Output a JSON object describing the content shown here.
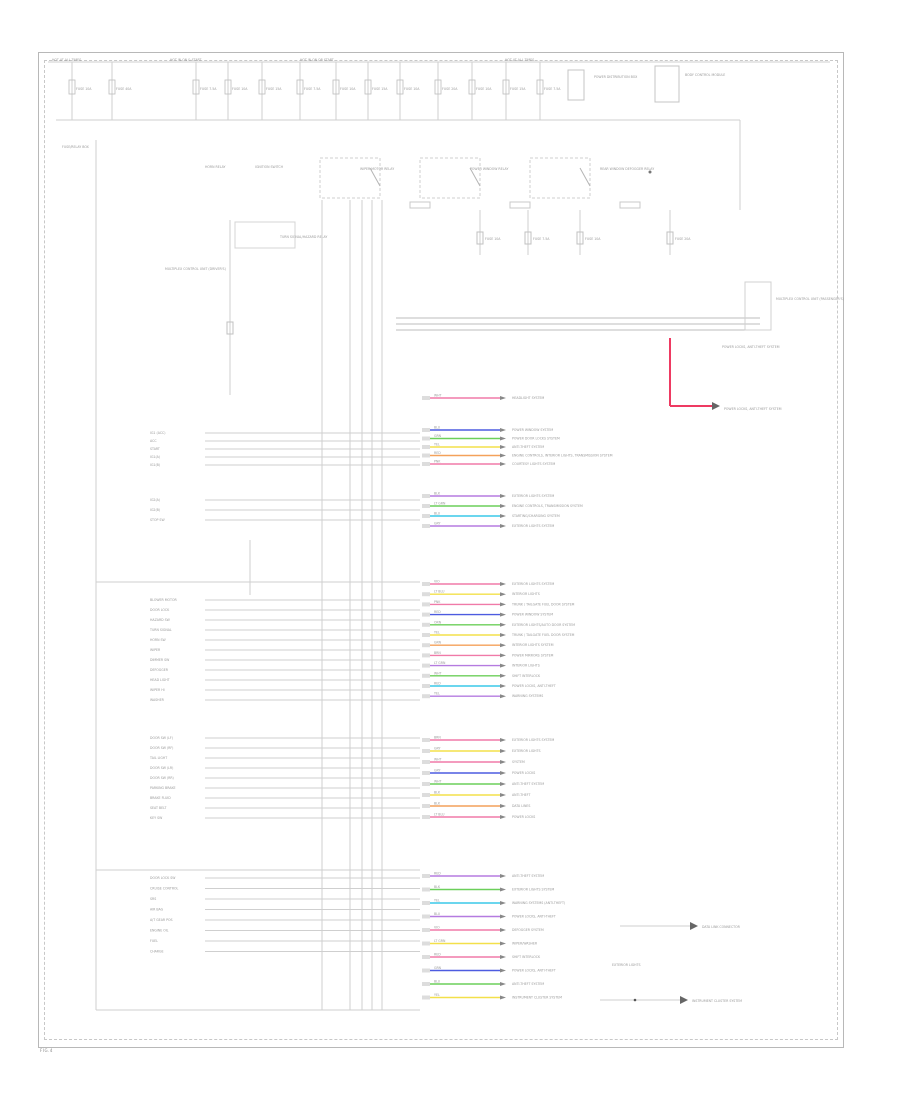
{
  "colors": {
    "line": "#cfcfcf",
    "darkline": "#9a9a9a",
    "highlight": "#ee3a62",
    "blue": "#4d5be0",
    "cyan": "#3ac8e8",
    "green": "#6ccf5a",
    "yellow": "#f3e04a",
    "pink": "#f07aa8",
    "violet": "#b57be0",
    "orange": "#f4a15a"
  },
  "footer": {
    "label": "FIG.4"
  },
  "top_bus_labels": [
    {
      "id": "bus-1",
      "text": "HOT AT ALL TIMES"
    },
    {
      "id": "bus-2",
      "text": "HOT IN ON & START"
    },
    {
      "id": "bus-3",
      "text": "HOT IN ON OR START"
    },
    {
      "id": "bus-4",
      "text": "HOT AT ALL TIMES"
    }
  ],
  "fuses": [
    {
      "id": "f1",
      "text": "FUSE 10A"
    },
    {
      "id": "f2",
      "text": "FUSE 40A"
    },
    {
      "id": "f3",
      "text": "FUSE 7.5A"
    },
    {
      "id": "f4",
      "text": "FUSE 10A"
    },
    {
      "id": "f5",
      "text": "FUSE 15A"
    },
    {
      "id": "f6",
      "text": "FUSE 7.5A"
    },
    {
      "id": "f7",
      "text": "FUSE 10A"
    },
    {
      "id": "f8",
      "text": "FUSE 15A"
    },
    {
      "id": "f9",
      "text": "FUSE 10A"
    },
    {
      "id": "f10",
      "text": "FUSE 20A"
    },
    {
      "id": "f11",
      "text": "FUSE 10A"
    },
    {
      "id": "f12",
      "text": "FUSE 15A"
    },
    {
      "id": "f13",
      "text": "FUSE 7.5A"
    }
  ],
  "modules": [
    {
      "id": "m1",
      "text": "POWER DISTRIBUTION BOX"
    },
    {
      "id": "m2",
      "text": "BODY CONTROL MODULE"
    },
    {
      "id": "m3",
      "text": "FUSE/RELAY BOX"
    },
    {
      "id": "m4",
      "text": "HORN RELAY"
    },
    {
      "id": "m5",
      "text": "IGNITION SWITCH"
    },
    {
      "id": "m6",
      "text": "WIPER MOTOR RELAY"
    },
    {
      "id": "m7",
      "text": "POWER WINDOW RELAY"
    },
    {
      "id": "m8",
      "text": "REAR WINDOW DEFOGGER RELAY"
    },
    {
      "id": "m9",
      "text": "TURN SIGNAL/HAZARD RELAY"
    },
    {
      "id": "m10",
      "text": "MULTIPLEX CONTROL UNIT (DRIVER'S)"
    }
  ],
  "lower_right_fuses": [
    {
      "id": "lf1",
      "text": "FUSE 10A"
    },
    {
      "id": "lf2",
      "text": "FUSE 7.5A"
    },
    {
      "id": "lf3",
      "text": "FUSE 10A"
    },
    {
      "id": "lf4",
      "text": "FUSE 20A"
    }
  ],
  "left_inputs": [
    "IG1 (ACC)",
    "ACC",
    "START",
    "IG1(A)",
    "IG1(B)",
    "IG2(A)",
    "IG2(B)",
    "STOP SW",
    "BLOWER MOTOR",
    "DOOR LOCK",
    "HAZARD SW",
    "TURN SIGNAL",
    "HORN SW",
    "WIPER",
    "DIMMER SW",
    "DEFOGGER",
    "HEAD LIGHT",
    "WIPER HI",
    "WASHER",
    "DOOR SW (LF)",
    "DOOR SW (RF)",
    "TAIL LIGHT",
    "DOOR SW (LR)",
    "DOOR SW (RR)",
    "PARKING BRAKE",
    "BRAKE FLUID",
    "SEAT BELT",
    "KEY SW",
    "DOOR LOCK SW",
    "CRUISE CONTROL",
    "SRS",
    "AIR BAG",
    "A/T GEAR POS",
    "ENGINE OIL",
    "FUEL",
    "CHARGE"
  ],
  "wire_rows": [
    {
      "color": "WHT",
      "text": "HEADLIGHT SYSTEM"
    },
    {
      "color": "BLU",
      "text": "POWER WINDOW SYSTEM"
    },
    {
      "color": "GRN",
      "text": "POWER DOOR LOCKS SYSTEM"
    },
    {
      "color": "YEL",
      "text": "ANTI-THEFT SYSTEM"
    },
    {
      "color": "RED",
      "text": "ENGINE CONTROLS, INTERIOR LIGHTS, TRANSMISSION SYSTEM"
    },
    {
      "color": "PNK",
      "text": "COURTESY LIGHTS SYSTEM"
    },
    {
      "color": "BLK",
      "text": "EXTERIOR LIGHTS SYSTEM"
    },
    {
      "color": "LT GRN",
      "text": "ENGINE CONTROLS, TRANSMISSION SYSTEM"
    },
    {
      "color": "BLU",
      "text": "STARTING/CHARGING SYSTEM"
    },
    {
      "color": "GRY",
      "text": "EXTERIOR LIGHTS SYSTEM"
    },
    {
      "color": "VIO",
      "text": "EXTERIOR LIGHTS SYSTEM"
    },
    {
      "color": "LT BLU",
      "text": "INTERIOR LIGHTS"
    },
    {
      "color": "PNK",
      "text": "TRUNK / TAILGATE FUEL DOOR SYSTEM"
    },
    {
      "color": "RED",
      "text": "POWER WINDOW SYSTEM"
    },
    {
      "color": "ORN",
      "text": "EXTERIOR LIGHTS/AUTO DOOR SYSTEM"
    },
    {
      "color": "YEL",
      "text": "TRUNK / TAILGATE FUEL DOOR SYSTEM"
    },
    {
      "color": "GRN",
      "text": "INTERIOR LIGHTS SYSTEM"
    },
    {
      "color": "BRN",
      "text": "POWER MIRRORS SYSTEM"
    },
    {
      "color": "LT GRN",
      "text": "INTERIOR LIGHTS"
    },
    {
      "color": "WHT",
      "text": "SHIFT INTERLOCK"
    },
    {
      "color": "RED",
      "text": "POWER LOCKS, ANTI-THEFT"
    },
    {
      "color": "YEL",
      "text": "WARNING SYSTEMS"
    },
    {
      "color": "BRN",
      "text": "EXTERIOR LIGHTS SYSTEM"
    },
    {
      "color": "GRY",
      "text": "EXTERIOR LIGHTS"
    },
    {
      "color": "WHT",
      "text": "SYSTEM"
    },
    {
      "color": "GRY",
      "text": "POWER LOCKS"
    },
    {
      "color": "WHT",
      "text": "ANTI-THEFT SYSTEM"
    },
    {
      "color": "BLK",
      "text": "ANTI-THEFT"
    },
    {
      "color": "BLK",
      "text": "DATA LINES"
    },
    {
      "color": "LT BLU",
      "text": "POWER LOCKS"
    },
    {
      "color": "RED",
      "text": "ANTI-THEFT SYSTEM"
    },
    {
      "color": "BLK",
      "text": "EXTERIOR LIGHTS SYSTEM"
    },
    {
      "color": "YEL",
      "text": "WARNING SYSTEMS (ANTI-THEFT)"
    },
    {
      "color": "BLU",
      "text": "POWER LOCKS, ANTI-THEFT"
    },
    {
      "color": "VIO",
      "text": "DEFOGGER SYSTEM"
    },
    {
      "color": "LT GRN",
      "text": "WIPER/WASHER"
    },
    {
      "color": "RED",
      "text": "SHIFT INTERLOCK"
    },
    {
      "color": "GRN",
      "text": "POWER LOCKS, ANTI-THEFT"
    },
    {
      "color": "BLU",
      "text": "ANTI-THEFT SYSTEM"
    },
    {
      "color": "YEL",
      "text": "INSTRUMENT CLUSTER SYSTEM"
    }
  ],
  "right_labels": [
    {
      "id": "r1",
      "text": "MULTIPLEX CONTROL UNIT (PASSENGER'S)"
    },
    {
      "id": "r2",
      "text": "POWER LOCKS, ANTI-THEFT SYSTEM"
    },
    {
      "id": "r3",
      "text": "DATA LINK CONNECTOR"
    },
    {
      "id": "r4",
      "text": "INSTRUMENT CLUSTER SYSTEM"
    },
    {
      "id": "r5",
      "text": "EXTERIOR LIGHTS"
    }
  ]
}
